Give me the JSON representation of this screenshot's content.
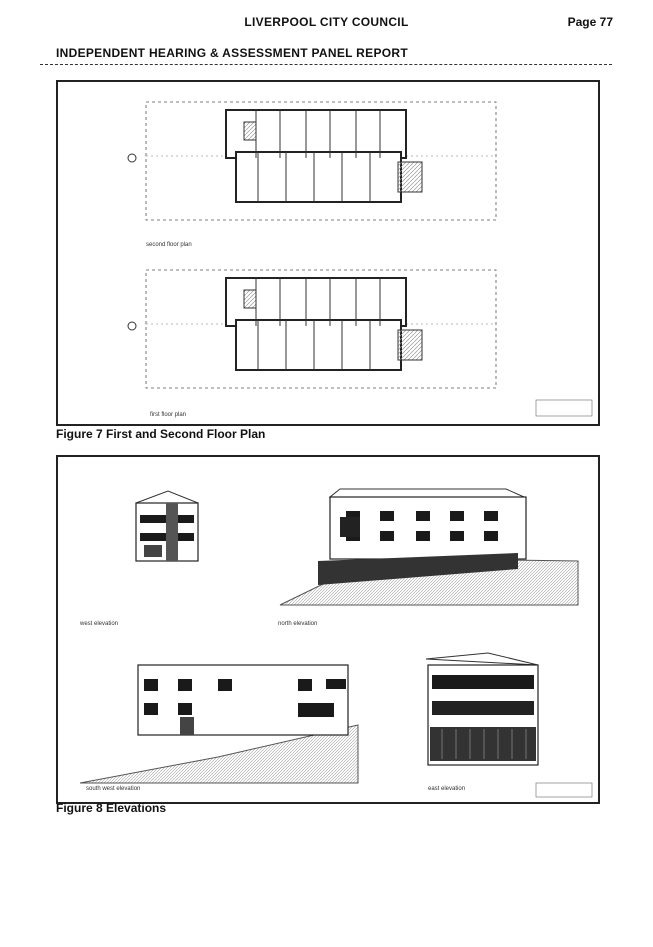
{
  "header": {
    "council": "LIVERPOOL CITY COUNCIL",
    "page": "Page 77",
    "report": "INDEPENDENT HEARING & ASSESSMENT PANEL REPORT"
  },
  "figure7": {
    "caption": "Figure 7 First and Second Floor Plan",
    "plan_labels": {
      "second": "second floor plan",
      "first": "first floor plan"
    }
  },
  "figure8": {
    "caption": "Figure 8 Elevations",
    "elevation_labels": {
      "west": "west elevation",
      "north": "north elevation",
      "south_west": "south west elevation",
      "east": "east elevation"
    }
  },
  "colors": {
    "line": "#333333",
    "hatch": "#9a9a9a",
    "dark": "#1a1a1a"
  }
}
